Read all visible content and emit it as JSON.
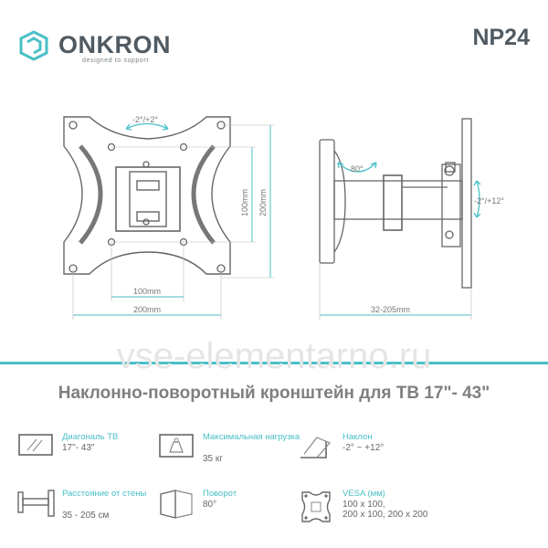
{
  "header": {
    "brand": "ONKRON",
    "tagline": "designed to support",
    "model": "NP24"
  },
  "drawing": {
    "front_rotation_label": "-2°/+2°",
    "height_inner_label": "100mm",
    "height_outer_label": "200mm",
    "width_inner_label": "100mm",
    "width_outer_label": "200mm",
    "side_swivel_label": "80°",
    "side_tilt_label": "-2°/+12°",
    "side_depth_label": "32-205mm"
  },
  "watermark": "vse-elementarno.ru",
  "title": "Наклонно-поворотный кронштейн для ТВ 17\"- 43\"",
  "specs": {
    "diagonal": {
      "label": "Диагональ ТВ",
      "value": "17\"- 43\""
    },
    "load": {
      "label": "Максимальная нагрузка",
      "value": "35 кг"
    },
    "tilt": {
      "label": "Наклон",
      "value": "-2° ~ +12°"
    },
    "distance": {
      "label": "Расстояние от стены",
      "value": "35 - 205 см"
    },
    "rotation": {
      "label": "Поворот",
      "value": "80°"
    },
    "vesa": {
      "label": "VESA (мм)",
      "value_line1": "100 x 100,",
      "value_line2": "200 x 100, 200 x 200"
    }
  },
  "icons": {
    "logo": "onkron-cube-logo-icon",
    "diagonal": "tv-screen-icon",
    "load": "weight-icon",
    "tilt": "tilt-angle-icon",
    "distance": "wall-distance-icon",
    "rotation": "swivel-rotation-icon",
    "vesa": "vesa-pattern-icon"
  },
  "colors": {
    "accent": "#49bfc6",
    "text_dark": "#505a62",
    "text_gray": "#7f7f7f"
  }
}
